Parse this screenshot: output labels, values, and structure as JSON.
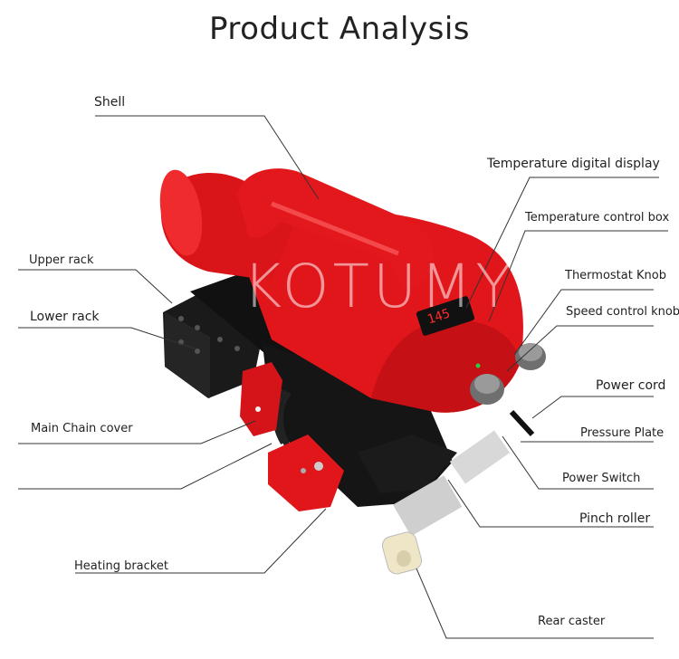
{
  "title": "Product Analysis",
  "watermark": "KOTUMY",
  "display_reading": "145",
  "labels": {
    "shell": "Shell",
    "upper_rack": "Upper rack",
    "lower_rack": "Lower rack",
    "main_chain_cover": "Main Chain cover",
    "heating_bracket": "Heating bracket",
    "temperature_digital_display": "Temperature digital display",
    "temperature_control_box": "Temperature control box",
    "thermostat_knob": "Thermostat Knob",
    "speed_control_knob": "Speed control knob",
    "power_cord": "Power cord",
    "pressure_plate": "Pressure Plate",
    "power_switch": "Power Switch",
    "pinch_roller": "Pinch roller",
    "rear_caster": "Rear caster"
  },
  "colors": {
    "body_red": "#e0161b",
    "dark_red": "#9e0c10",
    "black": "#1a1a1a",
    "knob_gray": "#6f6f6f",
    "caster_cream": "#efe6c8",
    "display_red": "#ff2a2a"
  }
}
